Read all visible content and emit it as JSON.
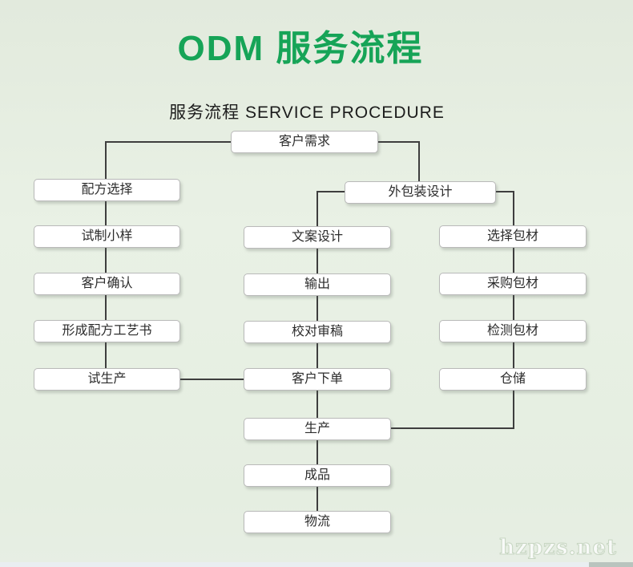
{
  "page": {
    "title": "ODM 服务流程",
    "subtitle": "服务流程 SERVICE PROCEDURE",
    "watermark": "hzpzs.net",
    "colors": {
      "title_green": "#16a457",
      "background": "#e7efe3",
      "node_fill": "#ffffff",
      "node_border": "#b9b9b9",
      "connector_line": "#3e3e3e"
    }
  },
  "flowchart": {
    "nodes": [
      {
        "id": "customer-demand",
        "label": "客户需求"
      },
      {
        "id": "formula-selection",
        "label": "配方选择"
      },
      {
        "id": "trial-sample",
        "label": "试制小样"
      },
      {
        "id": "customer-confirm",
        "label": "客户确认"
      },
      {
        "id": "formula-spec-book",
        "label": "形成配方工艺书"
      },
      {
        "id": "trial-production",
        "label": "试生产"
      },
      {
        "id": "packaging-design",
        "label": "外包装设计"
      },
      {
        "id": "copy-design",
        "label": "文案设计"
      },
      {
        "id": "output",
        "label": "输出"
      },
      {
        "id": "proofreading",
        "label": "校对审稿"
      },
      {
        "id": "customer-order",
        "label": "客户下单"
      },
      {
        "id": "production",
        "label": "生产"
      },
      {
        "id": "finished-product",
        "label": "成品"
      },
      {
        "id": "logistics",
        "label": "物流"
      },
      {
        "id": "packaging-selection",
        "label": "选择包材"
      },
      {
        "id": "packaging-purchase",
        "label": "采购包材"
      },
      {
        "id": "packaging-inspection",
        "label": "检测包材"
      },
      {
        "id": "warehousing",
        "label": "仓储"
      }
    ],
    "edges": [
      [
        "customer-demand",
        "formula-selection"
      ],
      [
        "customer-demand",
        "packaging-design"
      ],
      [
        "formula-selection",
        "trial-sample"
      ],
      [
        "trial-sample",
        "customer-confirm"
      ],
      [
        "customer-confirm",
        "formula-spec-book"
      ],
      [
        "formula-spec-book",
        "trial-production"
      ],
      [
        "trial-production",
        "customer-order"
      ],
      [
        "packaging-design",
        "copy-design"
      ],
      [
        "packaging-design",
        "packaging-selection"
      ],
      [
        "copy-design",
        "output"
      ],
      [
        "output",
        "proofreading"
      ],
      [
        "proofreading",
        "customer-order"
      ],
      [
        "customer-order",
        "production"
      ],
      [
        "production",
        "finished-product"
      ],
      [
        "finished-product",
        "logistics"
      ],
      [
        "packaging-selection",
        "packaging-purchase"
      ],
      [
        "packaging-purchase",
        "packaging-inspection"
      ],
      [
        "packaging-inspection",
        "warehousing"
      ],
      [
        "warehousing",
        "production"
      ]
    ]
  }
}
